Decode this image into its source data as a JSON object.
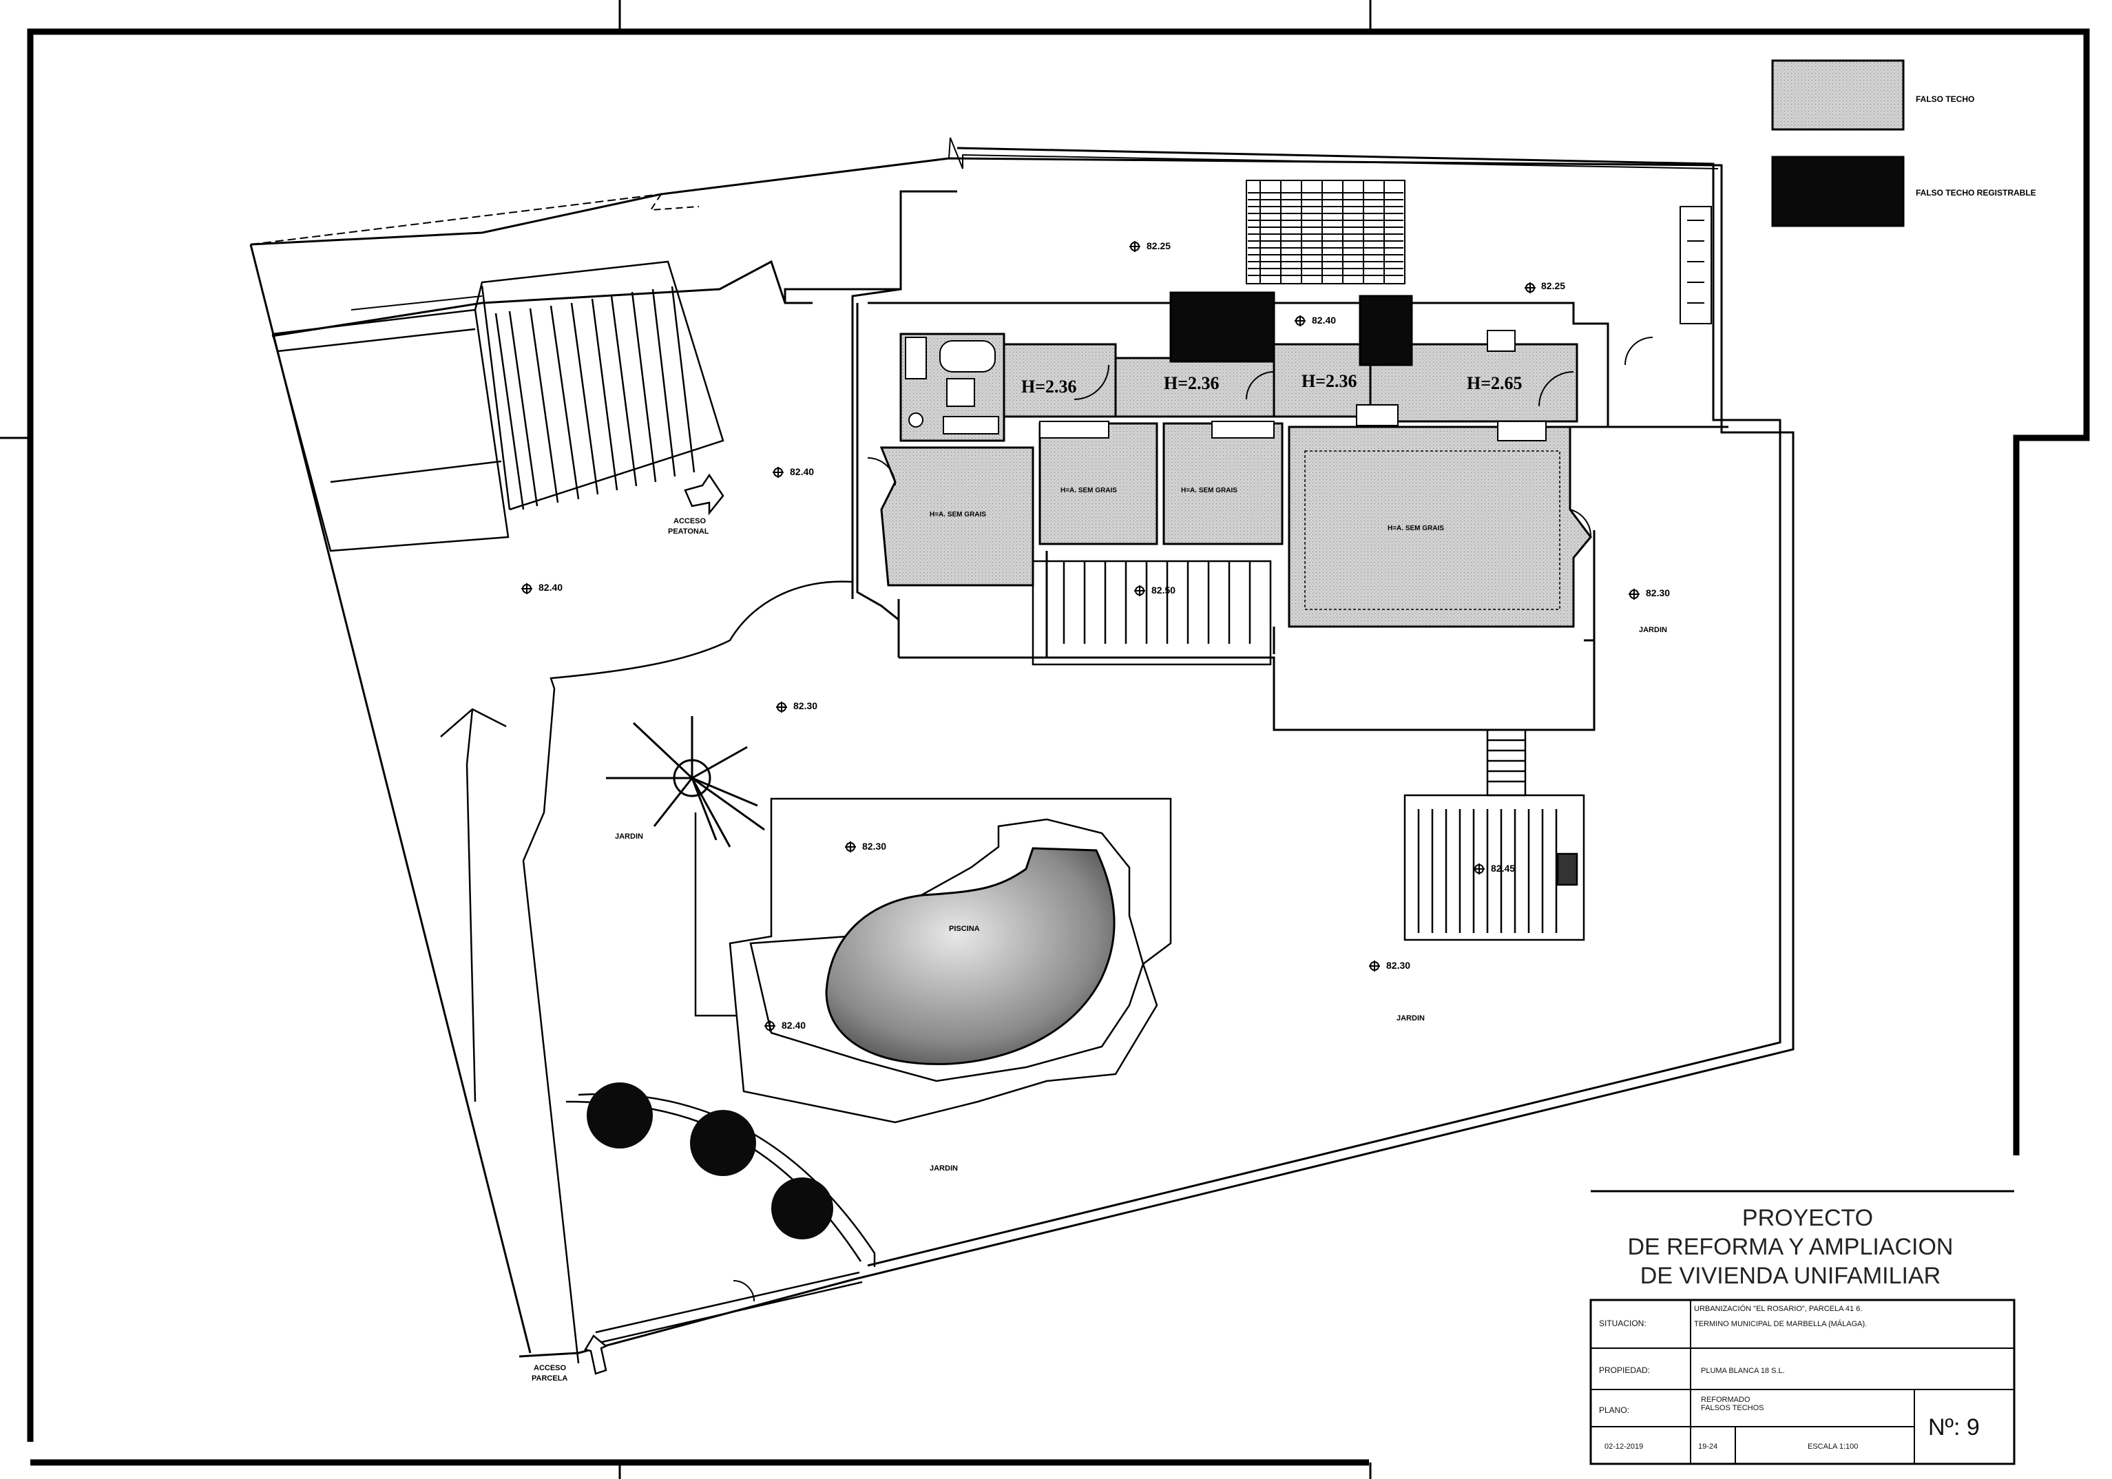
{
  "legend": {
    "falso_techo": "FALSO TECHO",
    "falso_techo_registrable": "FALSO TECHO REGISTRABLE"
  },
  "heights": {
    "h1": "H=2.36",
    "h2": "H=2.36",
    "h3": "H=2.36",
    "h4": "H=2.65"
  },
  "rooms": {
    "r1": "H=A. SEM GRAIS",
    "r2": "H=A. SEM GRAIS",
    "r3": "H=A. SEM GRAIS",
    "r4": "H=A. SEM GRAIS"
  },
  "labels": {
    "acceso_peatonal_1": "ACCESO",
    "acceso_peatonal_2": "PEATONAL",
    "acceso_parcela_1": "ACCESO",
    "acceso_parcela_2": "PARCELA",
    "piscina": "PISCINA",
    "jardin1": "JARDIN",
    "jardin2": "JARDIN",
    "jardin3": "JARDIN",
    "jardin4": "JARDIN"
  },
  "levels": {
    "l1": "82.25",
    "l2": "82.25",
    "l3": "82.40",
    "l4": "82.40",
    "l5": "82.40",
    "l6": "82.50",
    "l7": "82.30",
    "l8": "82.30",
    "l9": "82.30",
    "l10": "82.45",
    "l11": "82.30",
    "l12": "82.40"
  },
  "title_block": {
    "title_line1": "PROYECTO",
    "title_line2": "DE REFORMA Y AMPLIACION",
    "title_line3": "DE VIVIENDA UNIFAMILIAR",
    "situacion_label": "SITUACION:",
    "situacion_line1": "URBANIZACIÓN \"EL ROSARIO\", PARCELA 41 6.",
    "situacion_line2": "TERMINO MUNICIPAL DE MARBELLA (MÁLAGA).",
    "propiedad_label": "PROPIEDAD:",
    "propiedad_value": "PLUMA BLANCA 18 S.L.",
    "plano_label": "PLANO:",
    "plano_line1": "REFORMADO",
    "plano_line2": "FALSOS TECHOS",
    "date": "02-12-2019",
    "code": "19-24",
    "scale": "ESCALA 1:100",
    "number": "Nº: 9"
  }
}
